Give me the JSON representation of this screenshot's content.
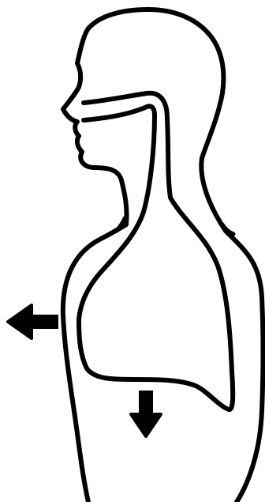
{
  "figure": {
    "background": "#ffffff",
    "stroke_color": "#000000",
    "parts": {
      "body": "human-torso-and-head-outline",
      "airway": "airway-trachea-outline",
      "lung": "lung-cavity-outline",
      "chest_arrow": "arrow-left-icon",
      "diaphragm_arrow": "arrow-down-icon"
    }
  }
}
